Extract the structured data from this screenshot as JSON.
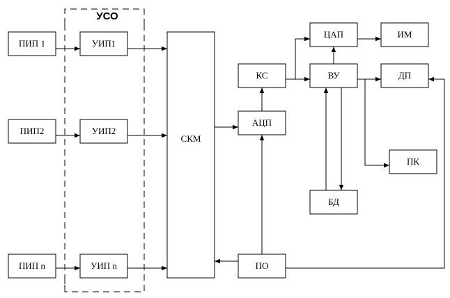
{
  "diagram": {
    "group_label": "УСО",
    "blocks": {
      "pip1": "ПИП 1",
      "pip2": "ПИП2",
      "pipn": "ПИП n",
      "uip1": "УИП1",
      "uip2": "УИП2",
      "uipn": "УИП n",
      "skm": "СКМ",
      "ks": "КС",
      "acp": "АЦП",
      "po": "ПО",
      "cap": "ЦАП",
      "im": "ИМ",
      "vu": "ВУ",
      "dp": "ДП",
      "pk": "ПК",
      "bd": "БД"
    }
  }
}
